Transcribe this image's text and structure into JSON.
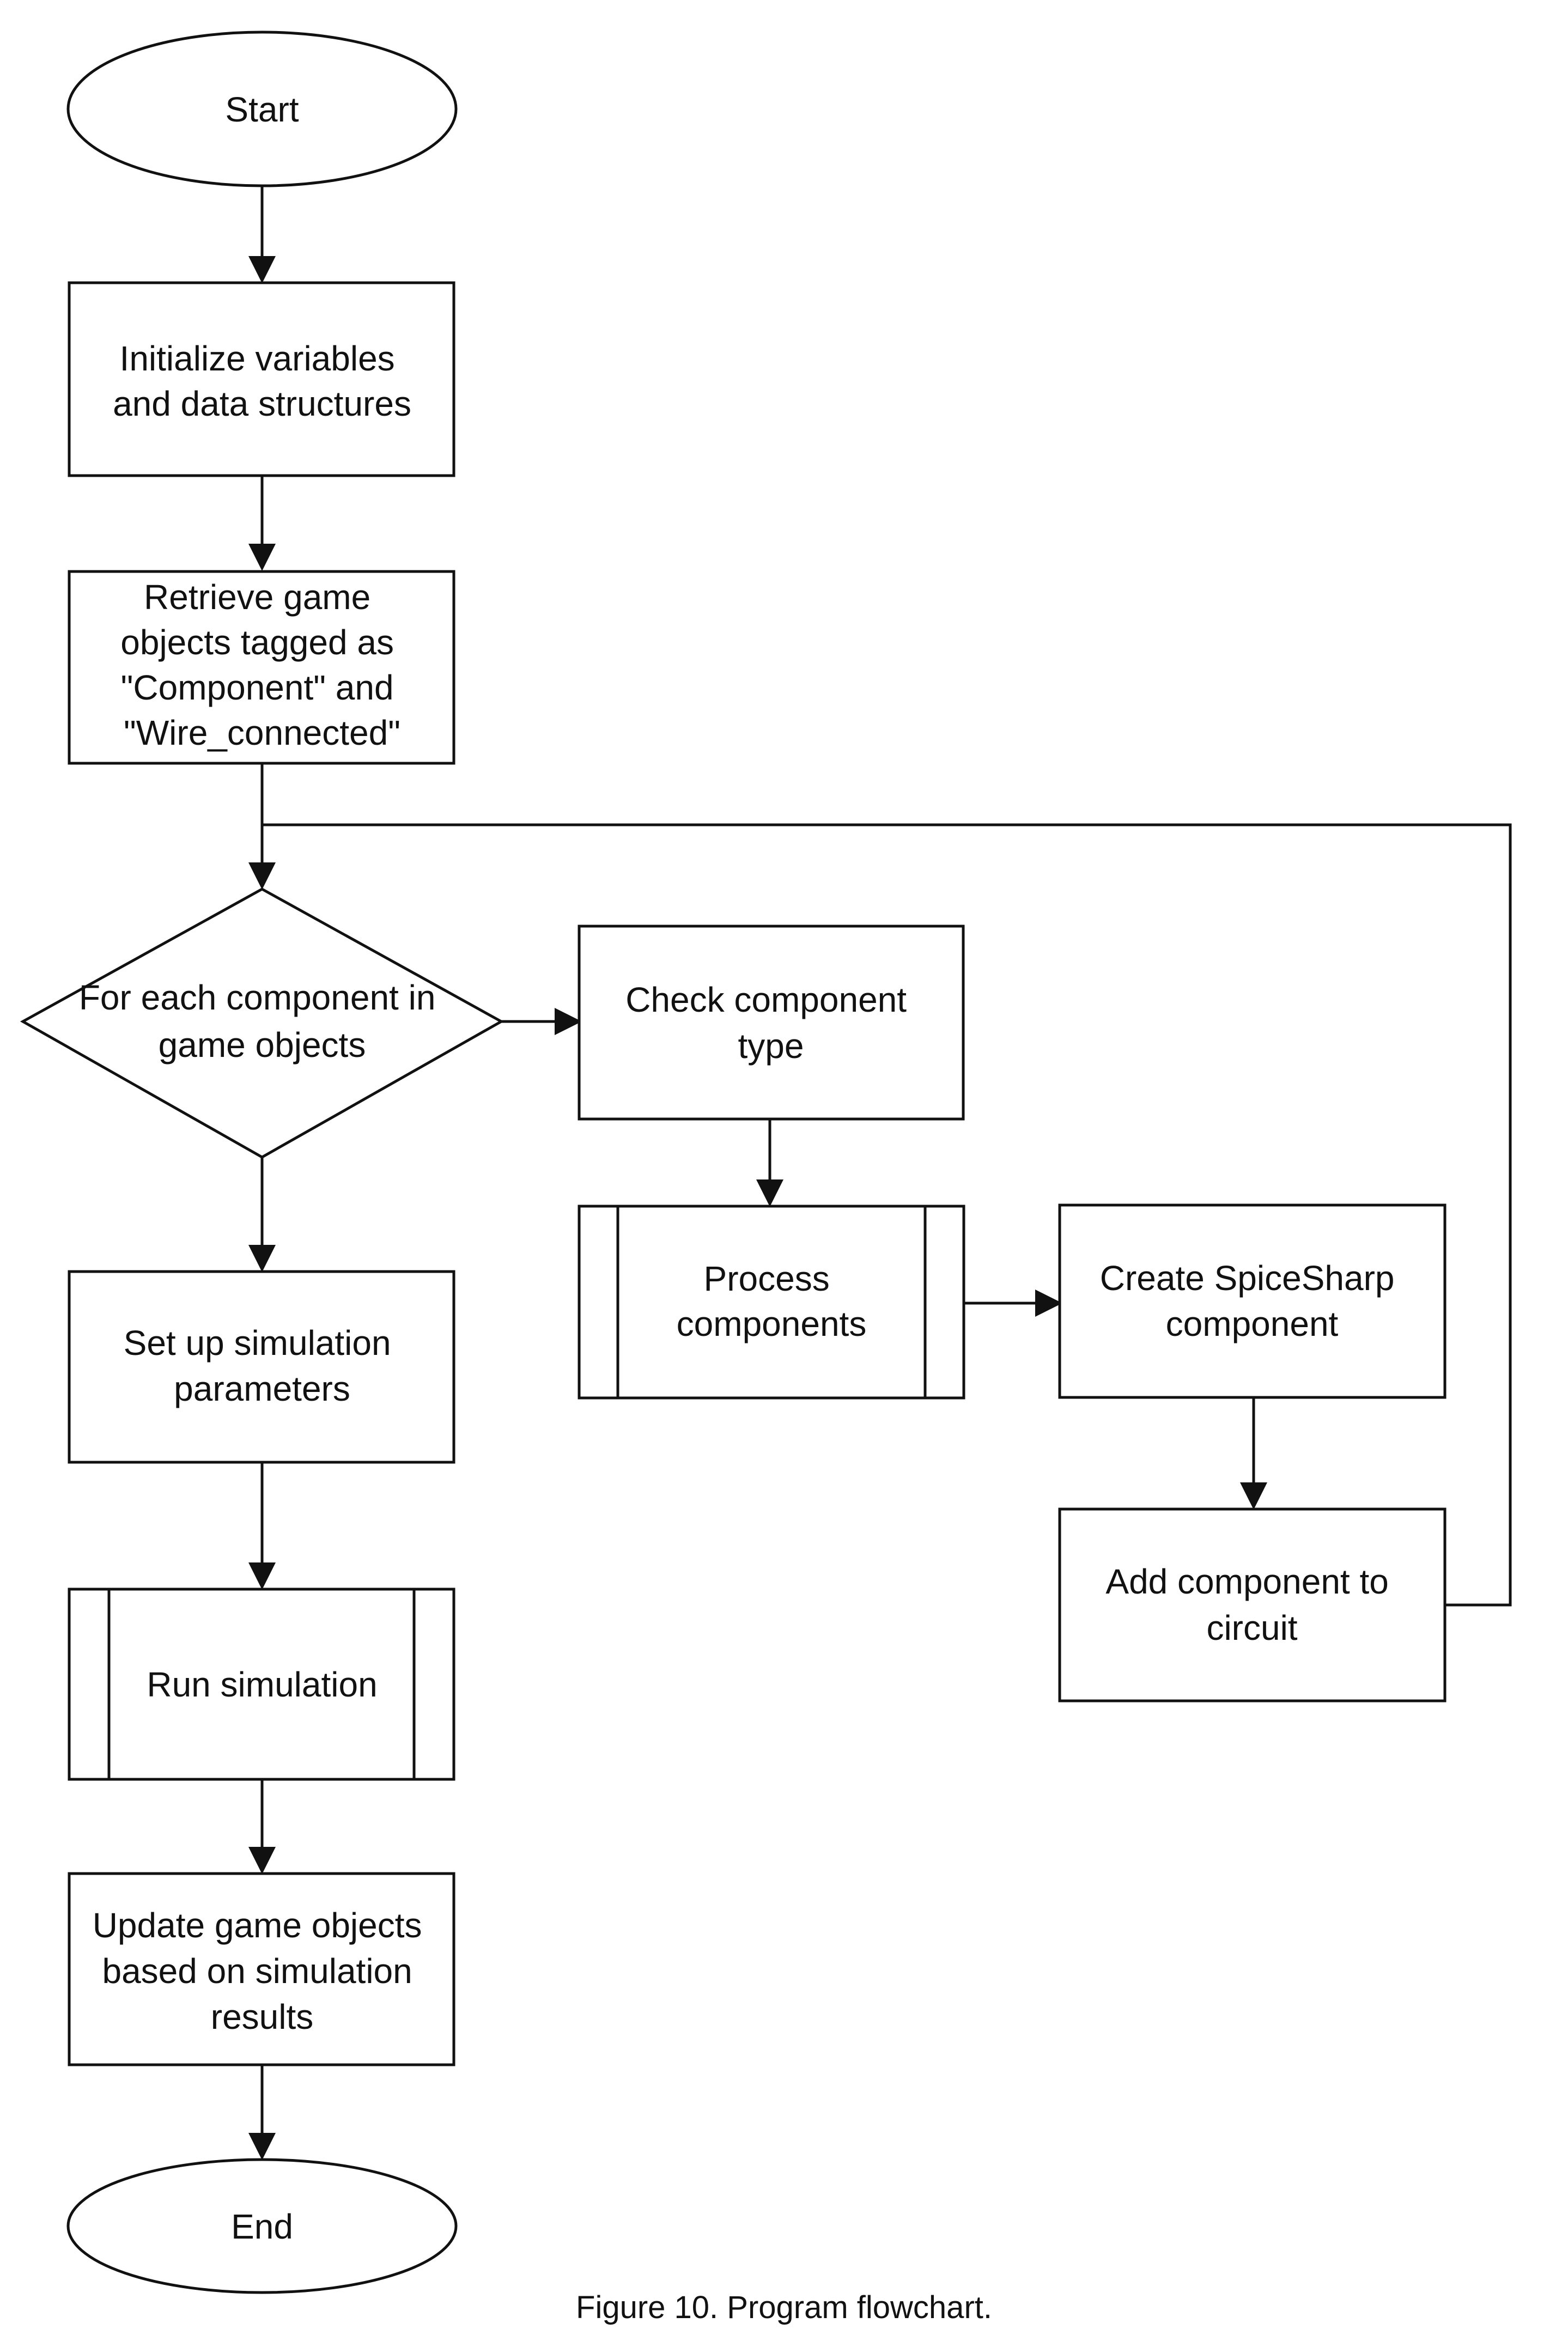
{
  "diagram": {
    "nodes": {
      "start": {
        "label": [
          "Start"
        ]
      },
      "init": {
        "label": [
          "Initialize variables",
          "and data structures"
        ]
      },
      "retrieve": {
        "label": [
          "Retrieve game",
          "objects tagged as",
          "\"Component\" and",
          "\"Wire_connected\""
        ]
      },
      "loop": {
        "label": [
          "For each component in",
          "game objects"
        ]
      },
      "check": {
        "label": [
          "Check component",
          "type"
        ]
      },
      "process": {
        "label": [
          "Process",
          "components"
        ]
      },
      "create": {
        "label": [
          "Create SpiceSharp",
          "component"
        ]
      },
      "add": {
        "label": [
          "Add component to",
          "circuit"
        ]
      },
      "setup": {
        "label": [
          "Set up simulation",
          "parameters"
        ]
      },
      "run": {
        "label": [
          "Run simulation"
        ]
      },
      "update": {
        "label": [
          "Update game objects",
          "based on simulation",
          "results"
        ]
      },
      "end": {
        "label": [
          "End"
        ]
      }
    },
    "caption": "Figure 10. Program flowchart.",
    "colors": {
      "stroke": "#111111",
      "fill": "#ffffff",
      "text": "#111111"
    }
  }
}
